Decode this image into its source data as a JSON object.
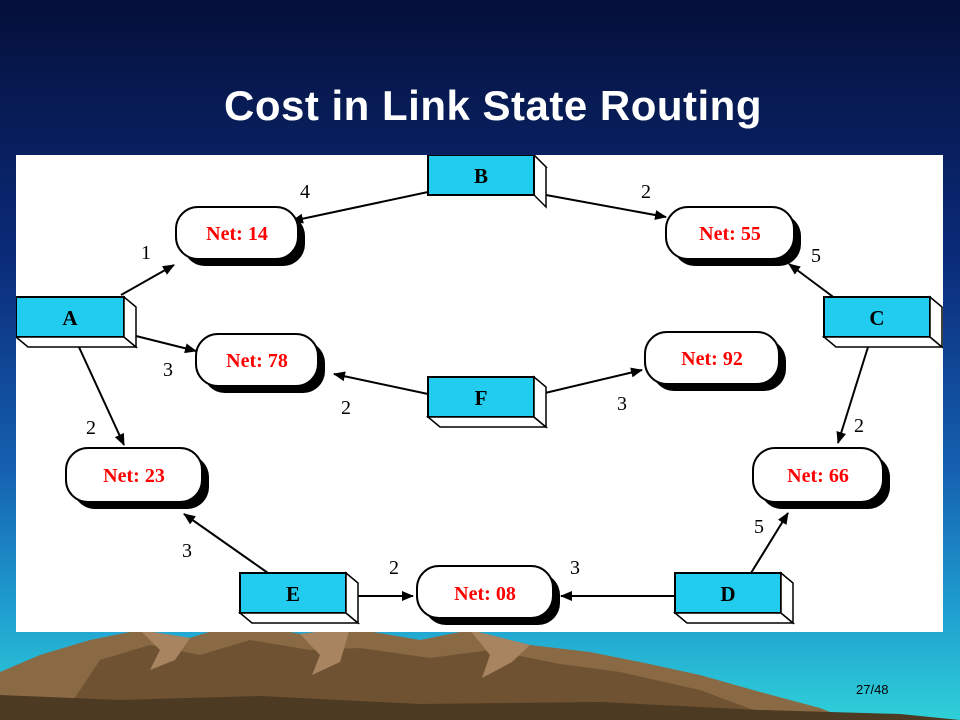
{
  "slide": {
    "title": "Cost in Link State Routing",
    "page_number": "27/48"
  },
  "routers": [
    {
      "id": "A",
      "label": "A"
    },
    {
      "id": "B",
      "label": "B"
    },
    {
      "id": "C",
      "label": "C"
    },
    {
      "id": "D",
      "label": "D"
    },
    {
      "id": "E",
      "label": "E"
    },
    {
      "id": "F",
      "label": "F"
    }
  ],
  "networks": [
    {
      "id": "14",
      "label": "Net: 14"
    },
    {
      "id": "55",
      "label": "Net: 55"
    },
    {
      "id": "78",
      "label": "Net: 78"
    },
    {
      "id": "92",
      "label": "Net: 92"
    },
    {
      "id": "23",
      "label": "Net: 23"
    },
    {
      "id": "66",
      "label": "Net: 66"
    },
    {
      "id": "08",
      "label": "Net: 08"
    }
  ],
  "links": [
    {
      "from": "B",
      "to": "14",
      "cost": "4"
    },
    {
      "from": "B",
      "to": "55",
      "cost": "2"
    },
    {
      "from": "A",
      "to": "14",
      "cost": "1"
    },
    {
      "from": "C",
      "to": "55",
      "cost": "5"
    },
    {
      "from": "A",
      "to": "78",
      "cost": "3"
    },
    {
      "from": "F",
      "to": "78",
      "cost": "2"
    },
    {
      "from": "F",
      "to": "92",
      "cost": "3"
    },
    {
      "from": "A",
      "to": "23",
      "cost": "2"
    },
    {
      "from": "C",
      "to": "66",
      "cost": "2"
    },
    {
      "from": "E",
      "to": "23",
      "cost": "3"
    },
    {
      "from": "D",
      "to": "66",
      "cost": "5"
    },
    {
      "from": "E",
      "to": "08",
      "cost": "2"
    },
    {
      "from": "D",
      "to": "08",
      "cost": "3"
    }
  ]
}
